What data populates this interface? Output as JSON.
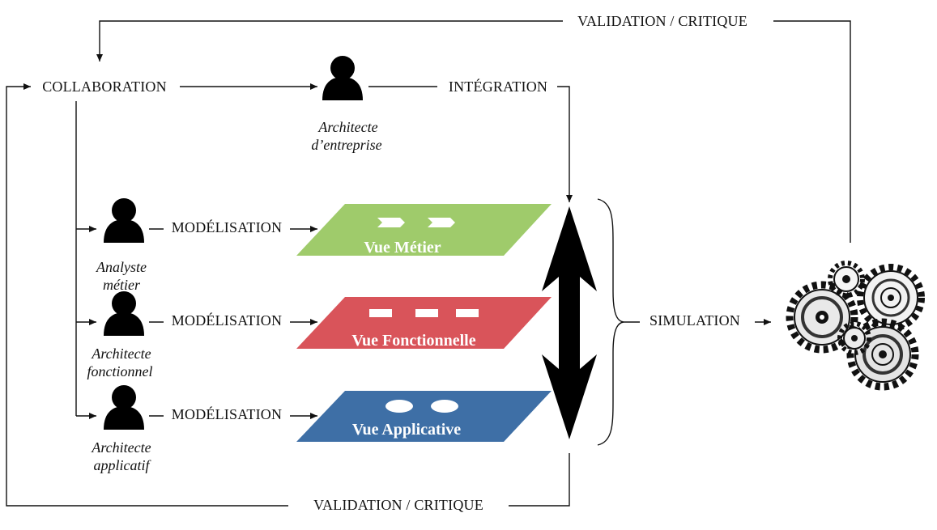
{
  "labels": {
    "validation_top": "VALIDATION / CRITIQUE",
    "validation_bottom": "VALIDATION / CRITIQUE",
    "collaboration": "COLLABORATION",
    "integration": "INTÉGRATION",
    "modelisation_1": "MODÉLISATION",
    "modelisation_2": "MODÉLISATION",
    "modelisation_3": "MODÉLISATION",
    "simulation": "SIMULATION"
  },
  "roles": {
    "enterprise_architect": [
      "Architecte",
      "d’entreprise"
    ],
    "business_analyst": [
      "Analyste",
      "métier"
    ],
    "functional_architect": [
      "Architecte",
      "fonctionnel"
    ],
    "application_architect": [
      "Architecte",
      "applicatif"
    ]
  },
  "views": {
    "business": {
      "label": "Vue Métier",
      "color": "#9fcb6b"
    },
    "functional": {
      "label": "Vue Fonctionnelle",
      "color": "#d9545a"
    },
    "application": {
      "label": "Vue  Applicative",
      "color": "#3e6fa6"
    }
  },
  "icons": {
    "person": "person-icon",
    "gears": "gears-icon",
    "brace": "curly-brace",
    "double_arrow": "double-arrow-icon"
  }
}
